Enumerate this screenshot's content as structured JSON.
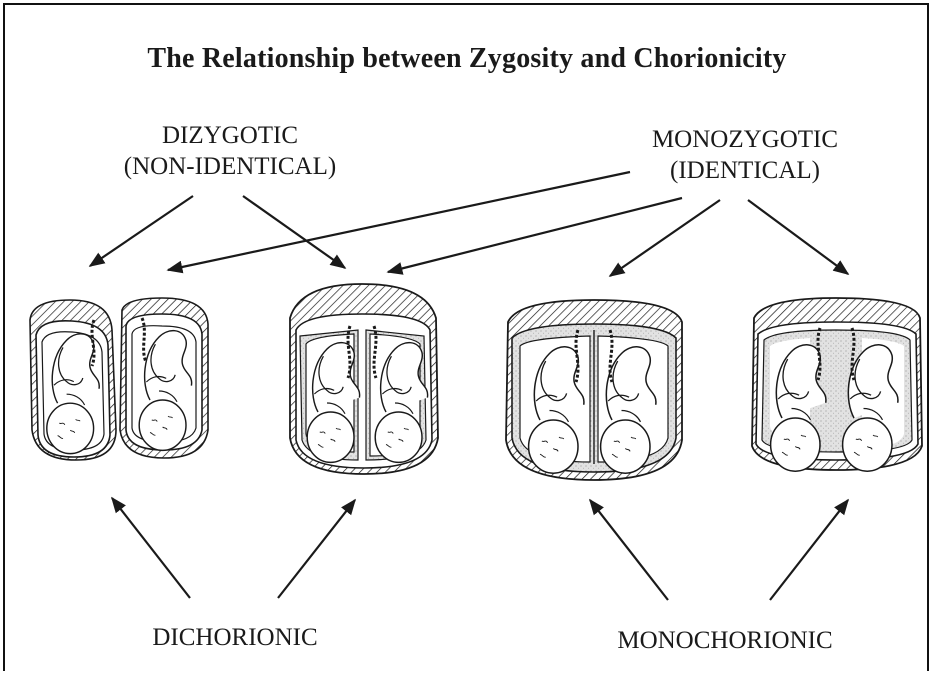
{
  "title": "The Relationship between Zygosity and Chorionicity",
  "top_labels": {
    "dizygotic_line1": "DIZYGOTIC",
    "dizygotic_line2": "(NON-IDENTICAL)",
    "monozygotic_line1": "MONOZYGOTIC",
    "monozygotic_line2": "(IDENTICAL)"
  },
  "bottom_labels": {
    "dichorionic": "DICHORIONIC",
    "monochorionic": "MONOCHORIONIC"
  },
  "colors": {
    "ink": "#1a1a1a",
    "shade": "#d9d9d9",
    "skin": "#ffffff"
  }
}
